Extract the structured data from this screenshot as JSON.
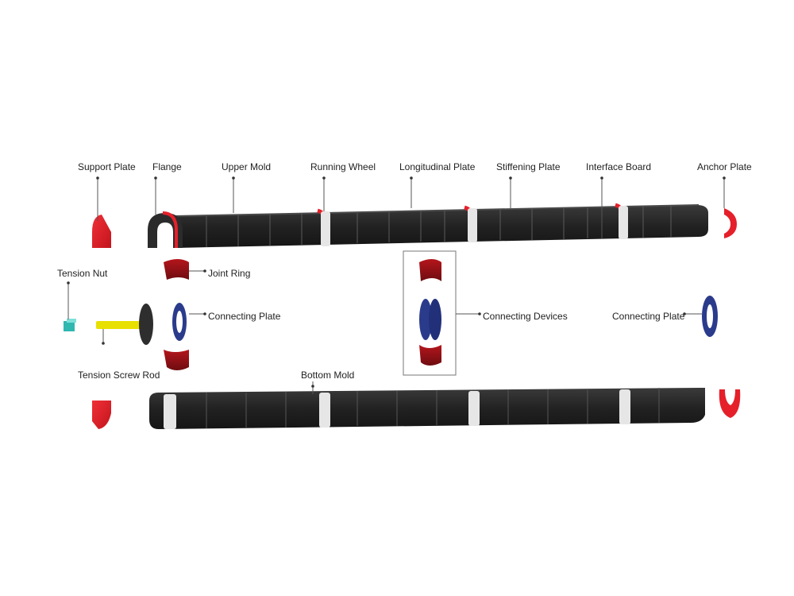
{
  "labels": {
    "support_plate": "Support Plate",
    "flange": "Flange",
    "upper_mold": "Upper Mold",
    "running_wheel": "Running Wheel",
    "longitudinal_plate": "Longitudinal Plate",
    "stiffening_plate": "Stiffening Plate",
    "interface_board": "Interface Board",
    "anchor_plate": "Anchor Plate",
    "tension_nut": "Tension Nut",
    "joint_ring": "Joint Ring",
    "connecting_plate_left": "Connecting Plate",
    "connecting_devices": "Connecting Devices",
    "connecting_plate_right": "Connecting Plate",
    "tension_screw_rod": "Tension Screw Rod",
    "bottom_mold": "Bottom Mold"
  },
  "colors": {
    "mold_body": "#262626",
    "mold_edge": "#3b3b3b",
    "red_part": "#e5202a",
    "dark_red": "#8f1115",
    "ring_white": "#e6e6e6",
    "plate_blue": "#2b3b8c",
    "rod_yellow": "#e8e000",
    "nut_teal": "#2fb7b0",
    "leader_line": "#555555"
  }
}
